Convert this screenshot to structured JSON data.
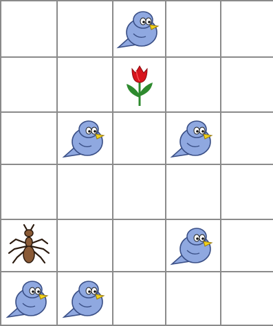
{
  "board": {
    "rows": 6,
    "cols": 5,
    "grid_color": "#8a8a8a",
    "pieces": [
      {
        "type": "bird",
        "row": 0,
        "col": 2
      },
      {
        "type": "flower",
        "row": 1,
        "col": 2
      },
      {
        "type": "bird",
        "row": 2,
        "col": 1
      },
      {
        "type": "bird",
        "row": 2,
        "col": 3
      },
      {
        "type": "ant",
        "row": 4,
        "col": 0
      },
      {
        "type": "bird",
        "row": 4,
        "col": 3
      },
      {
        "type": "bird",
        "row": 5,
        "col": 0
      },
      {
        "type": "bird",
        "row": 5,
        "col": 1
      }
    ]
  },
  "icons": {
    "bird": "blue-bird-icon",
    "flower": "red-tulip-icon",
    "ant": "brown-ant-icon"
  },
  "colors": {
    "bird_body": "#8fa8e0",
    "bird_outline": "#3a4f86",
    "bird_beak": "#f2d21b",
    "tulip_petal": "#d8141c",
    "tulip_stem": "#2e8a2e",
    "ant_body": "#8a5a36"
  }
}
